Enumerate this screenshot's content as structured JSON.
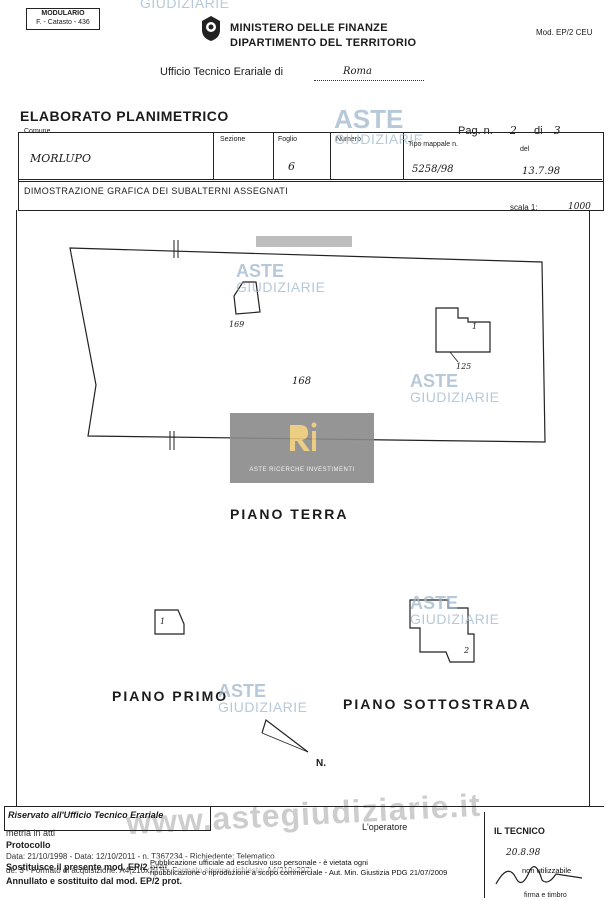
{
  "header": {
    "modulario": "MODULARIO",
    "modulario_sub": "F. - Catasto - 436",
    "ministry": "MINISTERO DELLE FINANZE",
    "department": "DIPARTIMENTO DEL TERRITORIO",
    "model": "Mod. EP/2 CEU",
    "office_label": "Ufficio Tecnico Erariale di",
    "office_value": "Roma"
  },
  "title": "ELABORATO PLANIMETRICO",
  "page": {
    "label": "Pag. n.",
    "number": "2",
    "of_label": "di",
    "total": "3"
  },
  "fields": {
    "comune_label": "Comune",
    "comune_value": "MORLUPO",
    "sezione_label": "Sezione",
    "foglio_label": "Foglio",
    "foglio_value": "6",
    "numero_label": "Numero",
    "tipo_label": "Tipo mappale n.",
    "tipo_value": "5258/98",
    "del_label": "del",
    "del_value": "13.7.98"
  },
  "section": {
    "title": "DIMOSTRAZIONE GRAFICA DEI SUBALTERNI ASSEGNATI",
    "scale_label": "scala 1:",
    "scale_value": "1000"
  },
  "plan": {
    "num_169": "169",
    "num_168": "168",
    "num_125": "125",
    "sub_1": "1",
    "sub_2": "2",
    "piano_terra": "PIANO TERRA",
    "piano_primo": "PIANO PRIMO",
    "piano_sottostrada": "PIANO SOTTOSTRADA",
    "north": "N."
  },
  "watermarks": {
    "aste": "ASTE",
    "giudiziarie": "GIUDIZIARIE",
    "site": "www.astegiudiziarie.it",
    "logo_caption": "ASTE RICERCHE INVESTIMENTI"
  },
  "footer": {
    "reserved": "Riservato all'Ufficio Tecnico Erariale",
    "operator": "L'operatore",
    "tecnico": "IL TECNICO",
    "tecnico_date": "20.8.98",
    "firma": "firma e timbro",
    "protocollo": "Protocollo",
    "line1": "Sostituisce il presente mod. EP/2 prot.",
    "line2": "Annullato e sostituito dal mod. EP/2 prot.",
    "overlay_a": "metria in atti",
    "overlay_b": "Data: 21/10/1998 - Data: 12/10/2011 - n. T367234 - Richiedente: Telematico",
    "overlay_c": "de: 3 - Formato di acquisizione: A4(210x297) - Formato stampa richiesto: A4(210x297)",
    "legal_1": "Pubblicazione ufficiale ad esclusivo uso personale - è vietata ogni",
    "legal_2": "ripubblicazione o riproduzione a scopo commerciale - Aut. Min. Giustizia PDG 21/07/2009",
    "legal_3": "non utilizzabile"
  }
}
